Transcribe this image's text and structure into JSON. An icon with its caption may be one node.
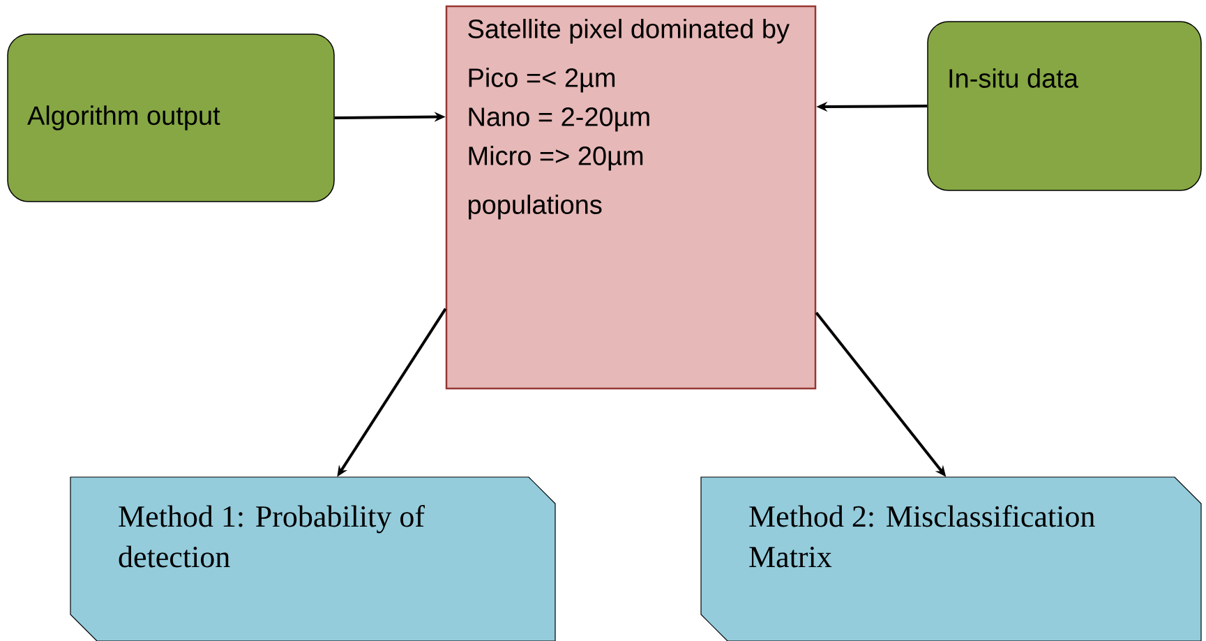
{
  "diagram": {
    "nodes": [
      {
        "text": [
          "Algorithm output"
        ]
      },
      {
        "text": [
          "In-situ data"
        ]
      },
      {
        "text": [
          "Satellite pixel dominated by",
          "Pico =< 2µm",
          "Nano = 2-20µm",
          "Micro => 20µm",
          "populations"
        ]
      },
      {
        "text": [
          "Method 1: Probability of detection"
        ]
      },
      {
        "text": [
          "Method 2: Misclassification Matrix"
        ]
      }
    ],
    "edges": [
      {
        "from": 0,
        "to": 2,
        "arrow": "to"
      },
      {
        "from": 1,
        "to": 2,
        "arrow": "to"
      },
      {
        "from": 2,
        "to": 3,
        "arrow": "to"
      },
      {
        "from": 2,
        "to": 4,
        "arrow": "to"
      }
    ]
  }
}
